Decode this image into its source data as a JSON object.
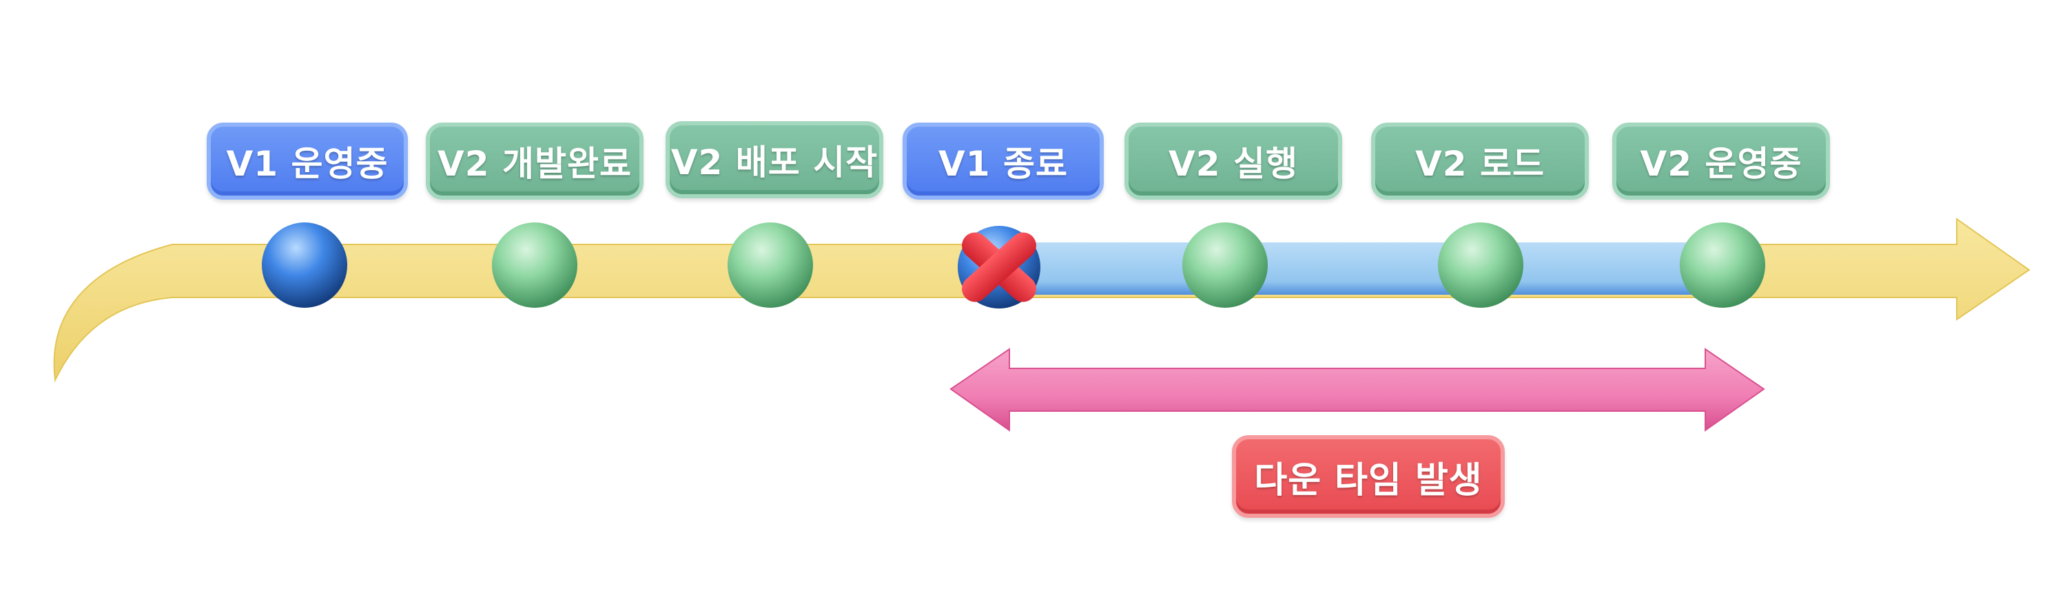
{
  "stages": [
    {
      "label": "V1 운영중",
      "kind": "blue"
    },
    {
      "label": "V2 개발완료",
      "kind": "green"
    },
    {
      "label": "V2 배포 시작",
      "kind": "green"
    },
    {
      "label": "V1 종료",
      "kind": "blue",
      "status": "terminated"
    },
    {
      "label": "V2 실행",
      "kind": "green"
    },
    {
      "label": "V2 로드",
      "kind": "green"
    },
    {
      "label": "V2 운영중",
      "kind": "green"
    }
  ],
  "downtime": {
    "label": "다운 타임 발생"
  },
  "colors": {
    "timeline": "#f2dd86",
    "v2_track": "#9ccbf0",
    "downtime_arrow": "#f07fb5",
    "blue": "#4f7cf0",
    "green": "#6fb393",
    "red": "#e84b52"
  }
}
